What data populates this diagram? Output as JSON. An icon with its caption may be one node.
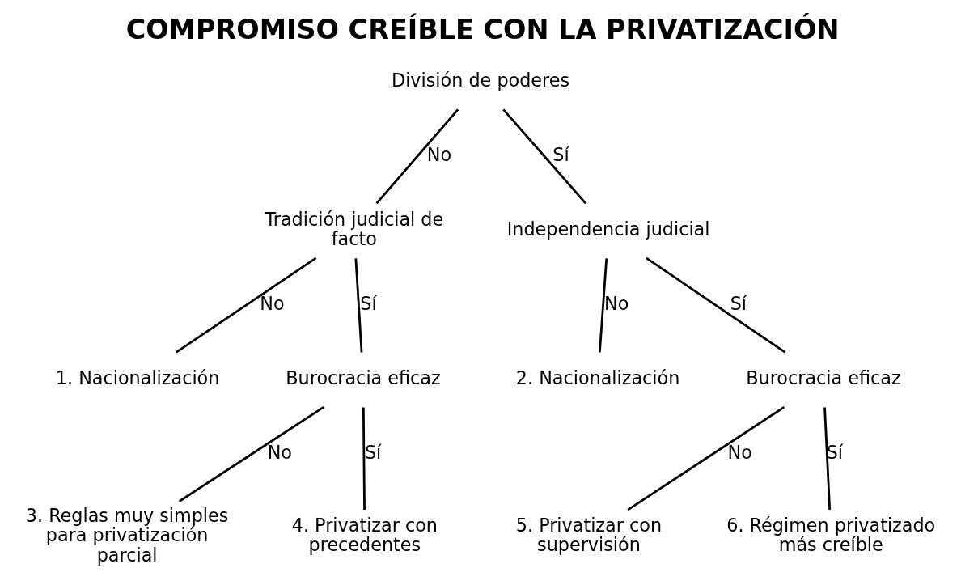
{
  "diagram": {
    "title": "COMPROMISO CREÍBLE CON LA PRIVATIZACIÓN",
    "nodes": [
      {
        "text": [
          "División de poderes"
        ]
      },
      {
        "text": [
          "Tradición judicial de facto"
        ]
      },
      {
        "text": [
          "Independencia judicial"
        ]
      },
      {
        "text": [
          "1. Nacionalización"
        ]
      },
      {
        "text": [
          "Burocracia eficaz"
        ]
      },
      {
        "text": [
          "2. Nacionalización"
        ]
      },
      {
        "text": [
          "Burocracia eficaz"
        ]
      },
      {
        "text": [
          "3. Reglas muy simples para privatización parcial"
        ]
      },
      {
        "text": [
          "4. Privatizar con precedentes"
        ]
      },
      {
        "text": [
          "5. Privatizar con supervisión"
        ]
      },
      {
        "text": [
          "6. Régimen privatizado más creíble"
        ]
      }
    ],
    "edges": [
      {
        "from": 0,
        "to": 1,
        "arrow": "none",
        "label": "No"
      },
      {
        "from": 0,
        "to": 2,
        "arrow": "none",
        "label": "Sí"
      },
      {
        "from": 1,
        "to": 3,
        "arrow": "none",
        "label": "No"
      },
      {
        "from": 1,
        "to": 4,
        "arrow": "none",
        "label": "Sí"
      },
      {
        "from": 2,
        "to": 5,
        "arrow": "none",
        "label": "No"
      },
      {
        "from": 2,
        "to": 6,
        "arrow": "none",
        "label": "Sí"
      },
      {
        "from": 4,
        "to": 7,
        "arrow": "none",
        "label": "No"
      },
      {
        "from": 4,
        "to": 8,
        "arrow": "none",
        "label": "Sí"
      },
      {
        "from": 6,
        "to": 9,
        "arrow": "none",
        "label": "No"
      },
      {
        "from": 6,
        "to": 10,
        "arrow": "none",
        "label": "Sí"
      }
    ]
  }
}
